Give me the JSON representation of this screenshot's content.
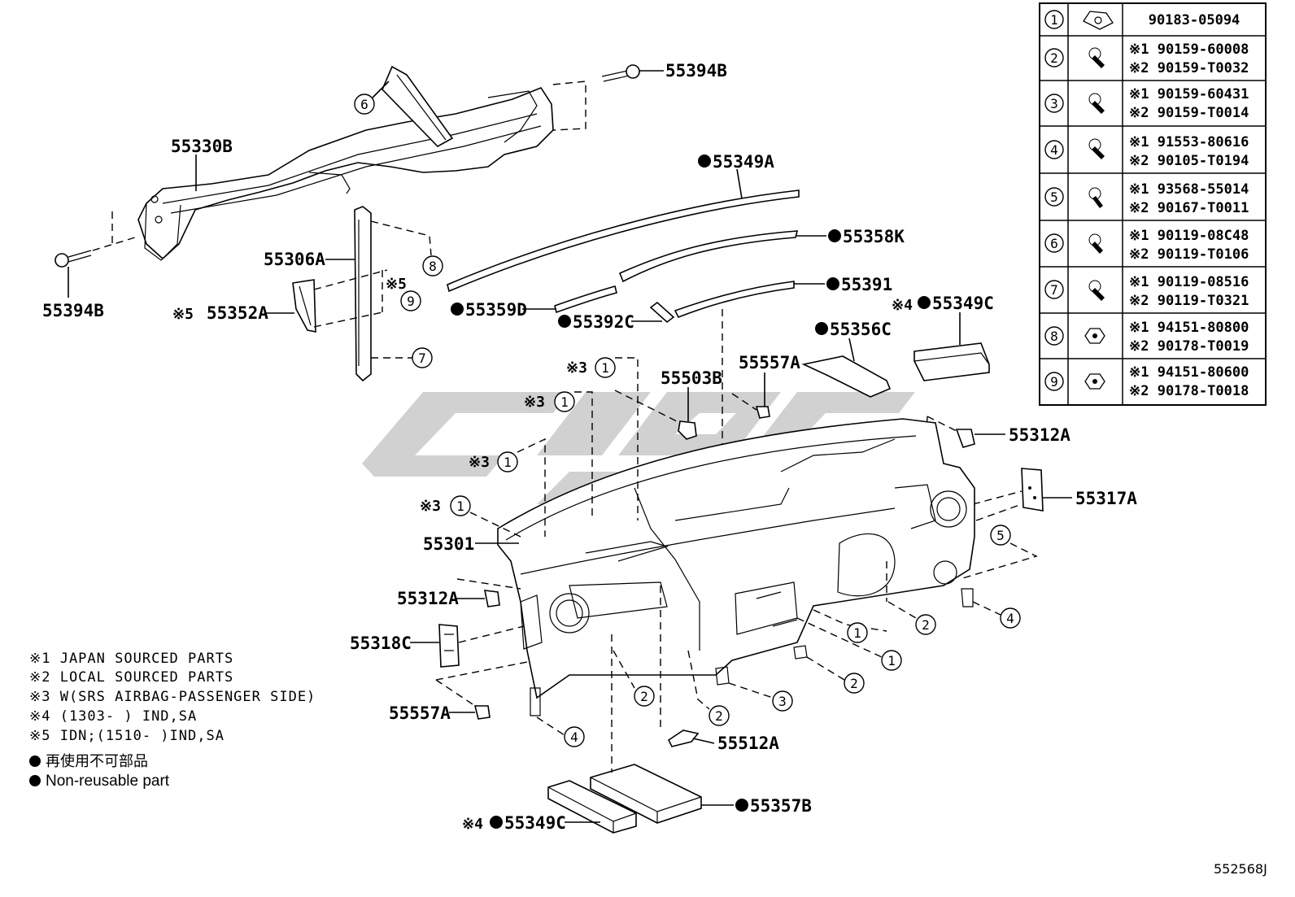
{
  "diagram_code": "552568J",
  "callouts": {
    "p55394B_top": "55394B",
    "p55330B": "55330B",
    "p55394B_left": "55394B",
    "p55306A": "55306A",
    "p55352A": "55352A",
    "p55352A_note": "※5",
    "p55349A": "55349A",
    "p55358K": "55358K",
    "p55391": "55391",
    "p55359D": "55359D",
    "p55392C": "55392C",
    "p55349C_top": "55349C",
    "p55349C_top_note": "※4",
    "p55356C": "55356C",
    "p55503B": "55503B",
    "p55557A_top": "55557A",
    "p55312A_right": "55312A",
    "p55317A": "55317A",
    "p55301": "55301",
    "p55312A_left": "55312A",
    "p55318C": "55318C",
    "p55557A_bottom": "55557A",
    "p55512A": "55512A",
    "p55357B": "55357B",
    "p55349C_bottom": "55349C",
    "p55349C_bottom_note": "※4"
  },
  "note_marks": {
    "n3": "※3",
    "n5": "※5"
  },
  "circled_refs": {
    "r1": "1",
    "r2": "2",
    "r3": "3",
    "r4": "4",
    "r5": "5",
    "r6": "6",
    "r7": "7",
    "r8": "8",
    "r9": "9"
  },
  "fastener_table": [
    {
      "ref": "1",
      "lines": [
        "90183-05094"
      ]
    },
    {
      "ref": "2",
      "lines": [
        "※1 90159-60008",
        "※2 90159-T0032"
      ]
    },
    {
      "ref": "3",
      "lines": [
        "※1 90159-60431",
        "※2 90159-T0014"
      ]
    },
    {
      "ref": "4",
      "lines": [
        "※1 91553-80616",
        "※2 90105-T0194"
      ]
    },
    {
      "ref": "5",
      "lines": [
        "※1 93568-55014",
        "※2 90167-T0011"
      ]
    },
    {
      "ref": "6",
      "lines": [
        "※1 90119-08C48",
        "※2 90119-T0106"
      ]
    },
    {
      "ref": "7",
      "lines": [
        "※1 90119-08516",
        "※2 90119-T0321"
      ]
    },
    {
      "ref": "8",
      "lines": [
        "※1 94151-80800",
        "※2 90178-T0019"
      ]
    },
    {
      "ref": "9",
      "lines": [
        "※1 94151-80600",
        "※2 90178-T0018"
      ]
    }
  ],
  "notes": [
    "※1 JAPAN SOURCED PARTS",
    "※2 LOCAL SOURCED PARTS",
    "※3 W(SRS AIRBAG-PASSENGER SIDE)",
    "※4 (1303-      ) IND,SA",
    "※5 IDN;(1510-      )IND,SA"
  ],
  "legend": [
    "再使用不可部品",
    "Non-reusable part"
  ]
}
